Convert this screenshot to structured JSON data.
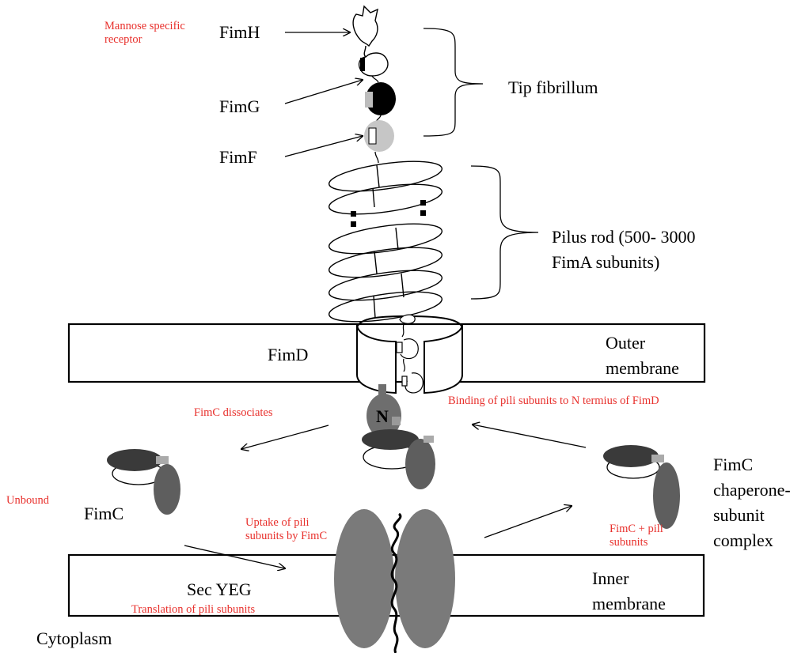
{
  "labels": {
    "mannose_line1": "Mannose specific",
    "mannose_line2": "receptor",
    "fimh": "FimH",
    "fimg": "FimG",
    "fimf": "FimF",
    "tip_fibrillum": "Tip fibrillum",
    "pilus_rod_line1": "Pilus rod (500- 3000",
    "pilus_rod_line2": "FimA subunits)",
    "fimd": "FimD",
    "outer_membrane_line1": "Outer",
    "outer_membrane_line2": "membrane",
    "n_terminus": "N",
    "binding_note": "Binding of pili subunits to N termius of FimD",
    "fimc_dissociates": "FimC dissociates",
    "unbound": "Unbound",
    "fimc": "FimC",
    "uptake_line1": "Uptake of pili",
    "uptake_line2": "subunits by FimC",
    "complex_line1": "FimC",
    "complex_line2": "chaperone-",
    "complex_line3": "subunit",
    "complex_line4": "complex",
    "fimc_pili_line1": "FimC + pili",
    "fimc_pili_line2": "subunits",
    "sec_yeg": "Sec YEG",
    "translation": "Translation of pili subunits",
    "inner_membrane_line1": "Inner",
    "inner_membrane_line2": "membrane",
    "cytoplasm": "Cytoplasm"
  },
  "colors": {
    "annotation_red": "#e8302c",
    "fimg_black": "#000000",
    "fimf_light_grey": "#c6c6c6",
    "fimc_dark": "#3a3a3a",
    "fimc_grey": "#5e5e5e",
    "secyeg_grey": "#7a7a7a",
    "n_domain_grey": "#6e6e6e"
  }
}
